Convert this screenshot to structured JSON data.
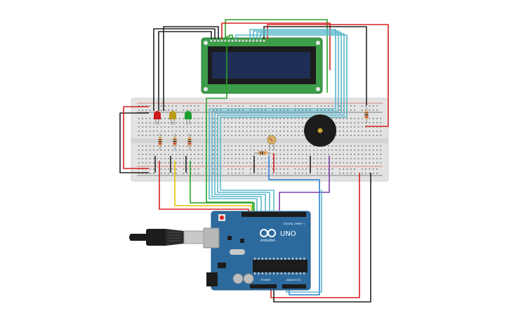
{
  "board": {
    "brand_label": "ARDUINO",
    "model_label": "UNO",
    "digital_label": "DIGITAL (PWM~)",
    "power_label": "POWER",
    "analog_label": "ANALOG IN"
  },
  "colors": {
    "wire_black": "#222222",
    "wire_red": "#d62020",
    "wire_green": "#29a329",
    "wire_yellow": "#e6c200",
    "wire_cyan": "#5ab8cc",
    "wire_blue": "#2a7fd4",
    "wire_purple": "#7a3fa8",
    "breadboard": "#e3e3e3",
    "lcd_pcb": "#3d9e4a",
    "lcd_screen": "#1f2e55",
    "arduino": "#2c6a9e",
    "led_red": "#cc1a1a",
    "led_yellow": "#b89a16",
    "led_green": "#1a9e30",
    "buzzer": "#1c1c1c"
  },
  "icons": {
    "arduino_logo": "infinity-logo-icon",
    "usb_cable": "usb-cable-icon"
  }
}
